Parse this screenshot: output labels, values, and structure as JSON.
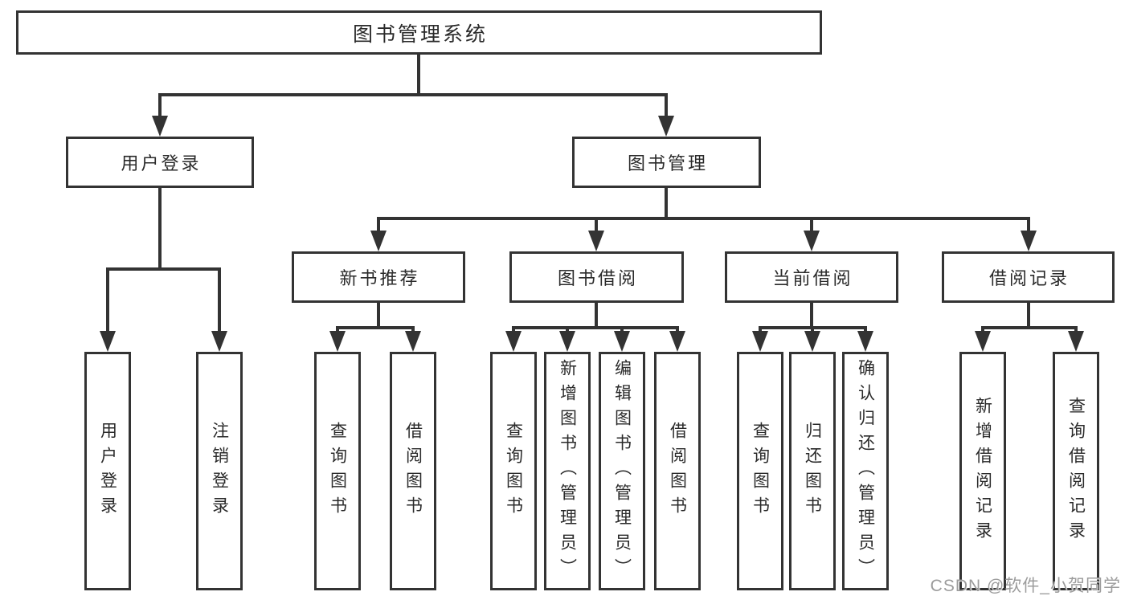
{
  "diagram": {
    "type": "hierarchy-tree",
    "title": "图书管理系统",
    "colors": {
      "line": "#333333",
      "box_border": "#333333",
      "box_fill": "#ffffff",
      "text": "#2a2a2a",
      "watermark_text": "#9c9c9c",
      "background": "#ffffff"
    },
    "nodes": {
      "root": {
        "label": "图书管理系统"
      },
      "user_login": {
        "label": "用户登录"
      },
      "book_mgmt": {
        "label": "图书管理"
      },
      "new_book_rec": {
        "label": "新书推荐"
      },
      "book_borrow": {
        "label": "图书借阅"
      },
      "current_borrow": {
        "label": "当前借阅"
      },
      "borrow_records": {
        "label": "借阅记录"
      },
      "leaf_user_login": {
        "label": "用户登录"
      },
      "leaf_logout": {
        "label": "注销登录"
      },
      "leaf_query_book_newrec": {
        "label": "查询图书"
      },
      "leaf_borrow_book_newrec": {
        "label": "借阅图书"
      },
      "leaf_query_book_borrow": {
        "label": "查询图书"
      },
      "leaf_add_book": {
        "label": "新增图书（管理员）"
      },
      "leaf_edit_book": {
        "label": "编辑图书（管理员）"
      },
      "leaf_borrow_book_borrow": {
        "label": "借阅图书"
      },
      "leaf_query_book_current": {
        "label": "查询图书"
      },
      "leaf_return_book": {
        "label": "归还图书"
      },
      "leaf_confirm_return": {
        "label": "确认归还（管理员）"
      },
      "leaf_add_borrow_record": {
        "label": "新增借阅记录"
      },
      "leaf_query_borrow_record": {
        "label": "查询借阅记录"
      }
    },
    "edges": [
      {
        "from": "图书管理系统",
        "to": "用户登录"
      },
      {
        "from": "图书管理系统",
        "to": "图书管理"
      },
      {
        "from": "用户登录",
        "to": "用户登录（叶）"
      },
      {
        "from": "用户登录",
        "to": "注销登录"
      },
      {
        "from": "图书管理",
        "to": "新书推荐"
      },
      {
        "from": "图书管理",
        "to": "图书借阅"
      },
      {
        "from": "图书管理",
        "to": "当前借阅"
      },
      {
        "from": "图书管理",
        "to": "借阅记录"
      },
      {
        "from": "新书推荐",
        "to": "查询图书"
      },
      {
        "from": "新书推荐",
        "to": "借阅图书"
      },
      {
        "from": "图书借阅",
        "to": "查询图书"
      },
      {
        "from": "图书借阅",
        "to": "新增图书（管理员）"
      },
      {
        "from": "图书借阅",
        "to": "编辑图书（管理员）"
      },
      {
        "from": "图书借阅",
        "to": "借阅图书"
      },
      {
        "from": "当前借阅",
        "to": "查询图书"
      },
      {
        "from": "当前借阅",
        "to": "归还图书"
      },
      {
        "from": "当前借阅",
        "to": "确认归还（管理员）"
      },
      {
        "from": "借阅记录",
        "to": "新增借阅记录"
      },
      {
        "from": "借阅记录",
        "to": "查询借阅记录"
      }
    ]
  },
  "watermark": {
    "text": "CSDN @软件_小贺同学"
  }
}
